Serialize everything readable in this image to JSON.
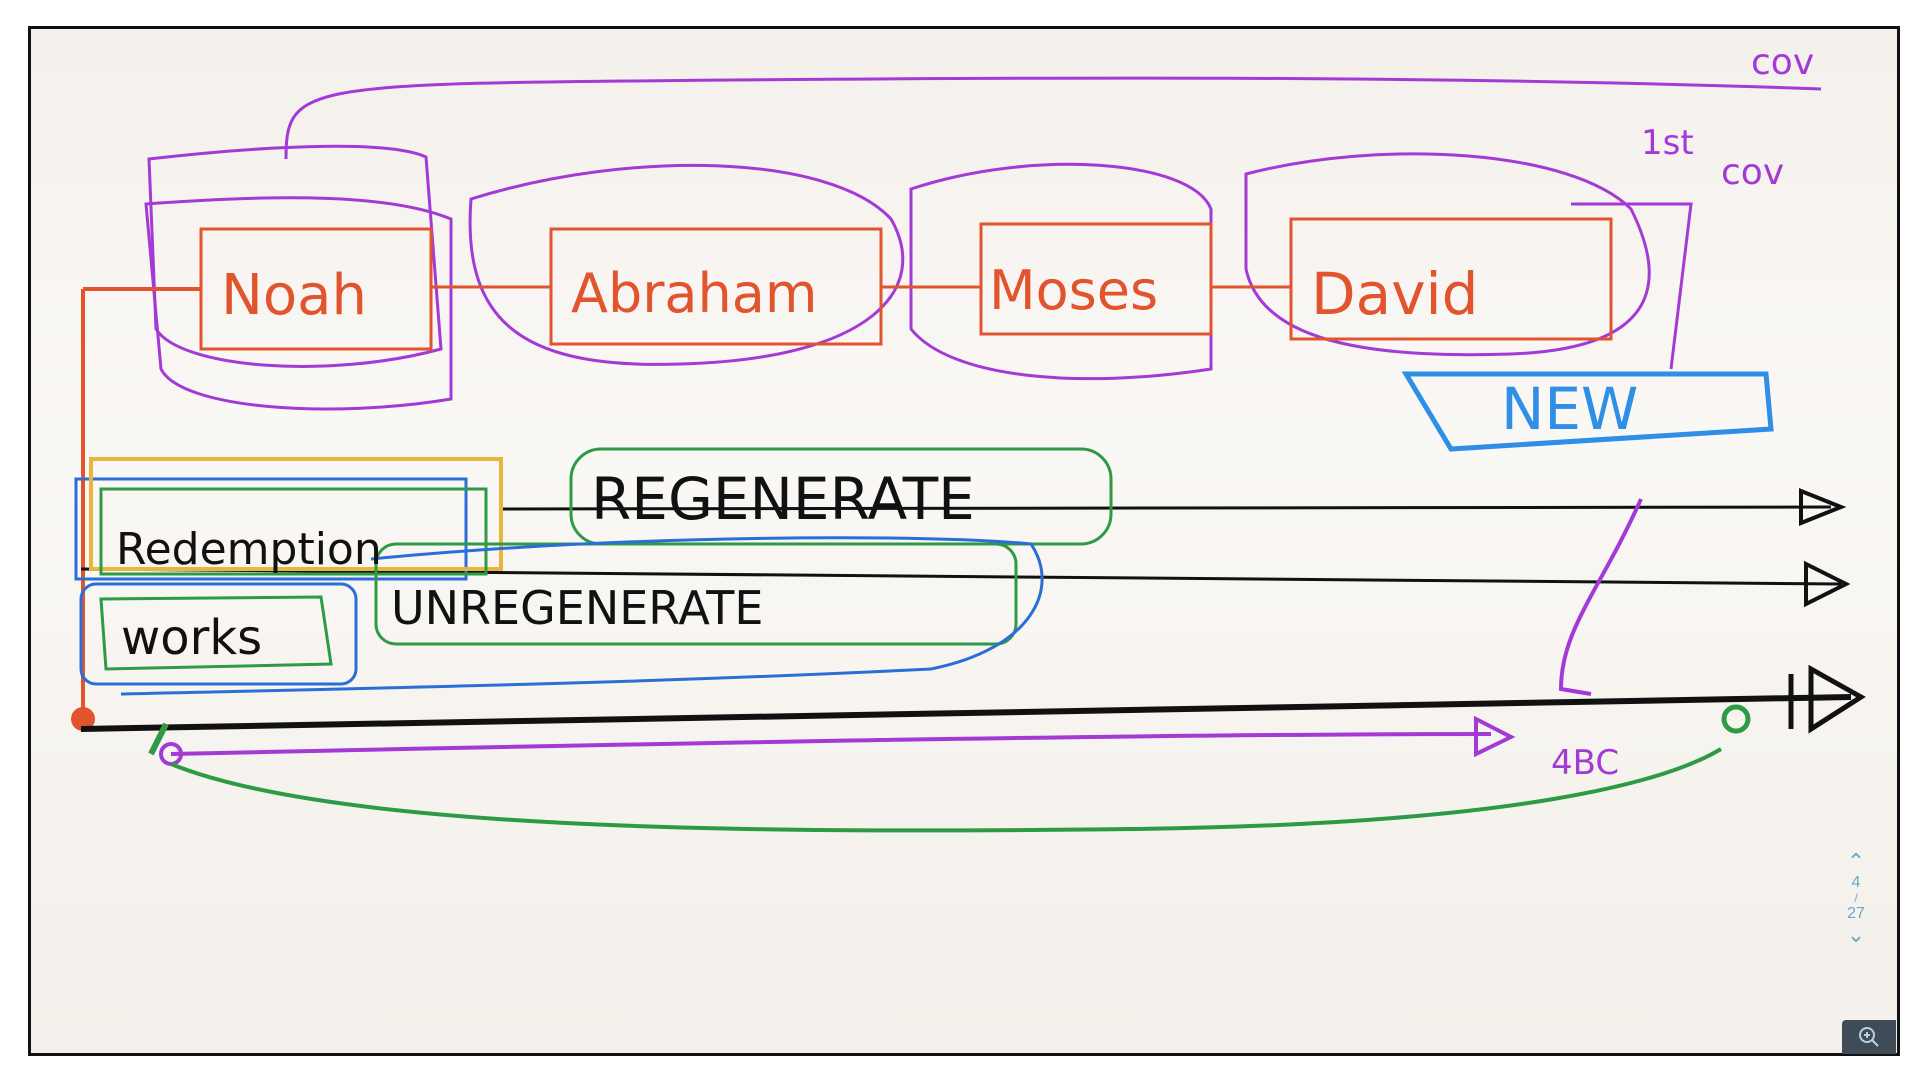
{
  "board": {
    "covenants": [
      "Noah",
      "Abraham",
      "Moses",
      "David"
    ],
    "new_label": "NEW",
    "regenerate_label": "REGENERATE",
    "unregenerate_label": "UNREGENERATE",
    "redemption_label": "Redemption",
    "works_label": "works",
    "date_label": "4BC",
    "corner_note_top": "cov",
    "corner_note_first": "1st",
    "corner_note_second": "cov"
  },
  "pager": {
    "current": "4",
    "separator": "/",
    "total": "27",
    "up_icon": "chevron-up-icon",
    "down_icon": "chevron-down-icon"
  },
  "zoom": {
    "icon": "zoom-in-icon"
  },
  "colors": {
    "orange": "#e0542e",
    "purple": "#a43ad6",
    "green": "#2f9a45",
    "blue": "#2b6fd6",
    "yellow": "#e8b63a",
    "light_blue": "#2f8fe6",
    "black": "#111111"
  }
}
